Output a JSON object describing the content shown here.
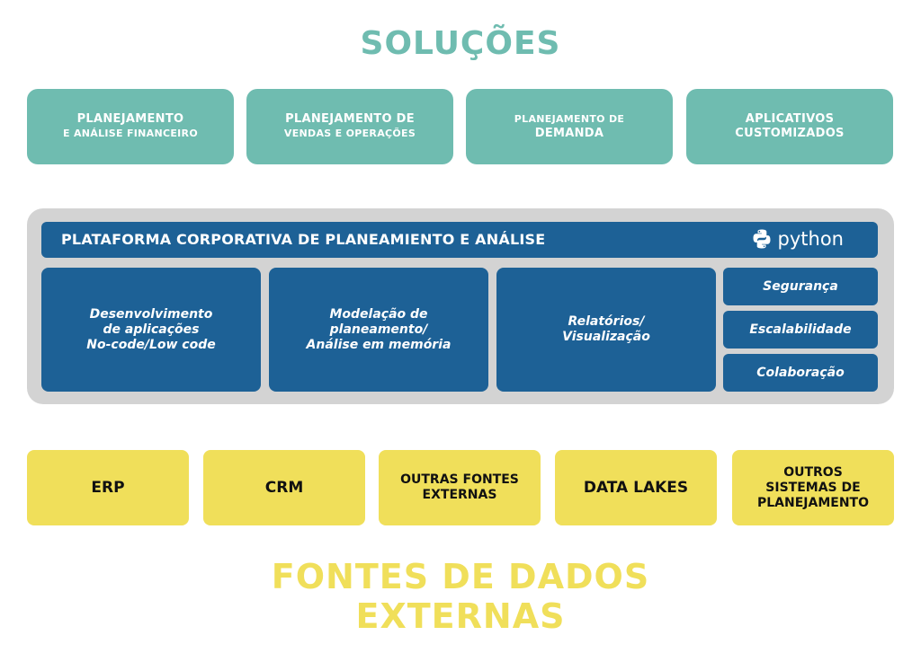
{
  "top_title": "SOLUÇÕES",
  "solutions": [
    {
      "line1": "PLANEJAMENTO",
      "line2": "E ANÁLISE FINANCEIRO"
    },
    {
      "line1": "PLANEJAMENTO DE",
      "line2": "VENDAS E OPERAÇÕES"
    },
    {
      "line1": "PLANEJAMENTO DE",
      "line2": "DEMANDA"
    },
    {
      "line1": "APLICATIVOS",
      "line2": "CUSTOMIZADOS"
    }
  ],
  "platform": {
    "title": "PLATAFORMA CORPORATIVA DE PLANEAMIENTO E ANÁLISE",
    "python_logo": "python",
    "modules": [
      {
        "lines": [
          "Desenvolvimento",
          "de aplicações",
          "No-code/Low code"
        ]
      },
      {
        "lines": [
          "Modelação de",
          "planeamento/",
          "Análise em memória"
        ]
      },
      {
        "lines": [
          "Relatórios/",
          "Visualização"
        ]
      }
    ],
    "side_items": [
      "Segurança",
      "Escalabilidade",
      "Colaboração"
    ]
  },
  "sources": [
    {
      "lines": [
        "ERP"
      ]
    },
    {
      "lines": [
        "CRM"
      ]
    },
    {
      "lines": [
        "OUTRAS FONTES",
        "EXTERNAS"
      ]
    },
    {
      "lines": [
        "DATA LAKES"
      ]
    },
    {
      "lines": [
        "OUTROS",
        "SISTEMAS DE",
        "PLANEJAMENTO"
      ]
    }
  ],
  "bottom_title": {
    "line1": "FONTES DE DADOS",
    "line2": "EXTERNAS"
  },
  "colors": {
    "teal": "#6fbcb0",
    "blue": "#1d6196",
    "grey": "#d3d3d3",
    "yellow": "#f0df5a"
  }
}
